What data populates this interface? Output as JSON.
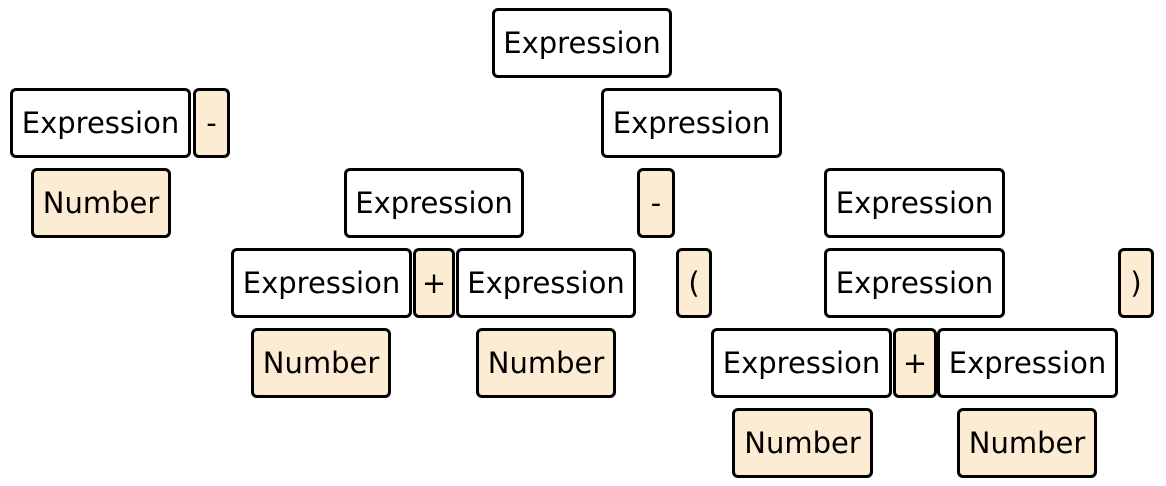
{
  "colors": {
    "nonterminal_fill": "#ffffff",
    "terminal_fill": "#fcecd3",
    "border": "#000000"
  },
  "nodes": [
    {
      "id": "e0",
      "label": "Expression",
      "kind": "nonterminal"
    },
    {
      "id": "e1",
      "label": "Expression",
      "kind": "nonterminal"
    },
    {
      "id": "m1",
      "label": "-",
      "kind": "terminal"
    },
    {
      "id": "e2",
      "label": "Expression",
      "kind": "nonterminal"
    },
    {
      "id": "n1",
      "label": "Number",
      "kind": "terminal"
    },
    {
      "id": "e3",
      "label": "Expression",
      "kind": "nonterminal"
    },
    {
      "id": "m2",
      "label": "-",
      "kind": "terminal"
    },
    {
      "id": "e4",
      "label": "Expression",
      "kind": "nonterminal"
    },
    {
      "id": "e5",
      "label": "Expression",
      "kind": "nonterminal"
    },
    {
      "id": "p1",
      "label": "+",
      "kind": "terminal"
    },
    {
      "id": "e6",
      "label": "Expression",
      "kind": "nonterminal"
    },
    {
      "id": "lp",
      "label": "(",
      "kind": "terminal"
    },
    {
      "id": "e7",
      "label": "Expression",
      "kind": "nonterminal"
    },
    {
      "id": "rp",
      "label": ")",
      "kind": "terminal"
    },
    {
      "id": "n2",
      "label": "Number",
      "kind": "terminal"
    },
    {
      "id": "n3",
      "label": "Number",
      "kind": "terminal"
    },
    {
      "id": "e8",
      "label": "Expression",
      "kind": "nonterminal"
    },
    {
      "id": "p2",
      "label": "+",
      "kind": "terminal"
    },
    {
      "id": "e9",
      "label": "Expression",
      "kind": "nonterminal"
    },
    {
      "id": "n4",
      "label": "Number",
      "kind": "terminal"
    },
    {
      "id": "n5",
      "label": "Number",
      "kind": "terminal"
    }
  ]
}
